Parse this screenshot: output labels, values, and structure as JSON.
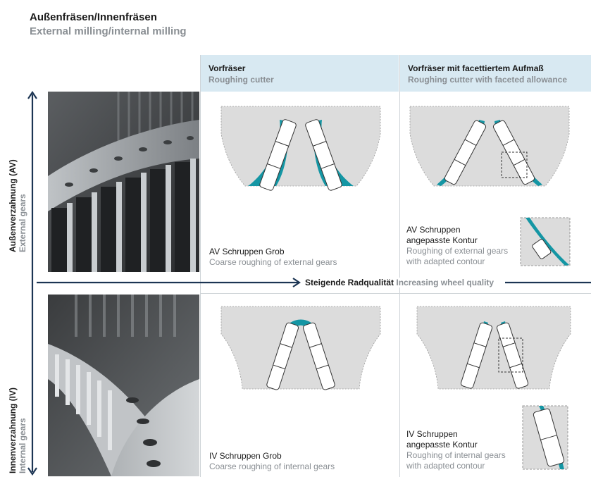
{
  "title": {
    "de": "Außenfräsen/Innenfräsen",
    "en": "External milling/internal milling"
  },
  "columns": [
    {
      "de": "Vorfräser",
      "en": "Roughing cutter"
    },
    {
      "de": "Vorfräser mit facettiertem Aufmaß",
      "en": "Roughing cutter with faceted allowance"
    }
  ],
  "rows": [
    {
      "de": "Außenverzahnung (AV)",
      "en": "External gears"
    },
    {
      "de": "Innenverzahnung (IV)",
      "en": "Internal gears"
    }
  ],
  "cells": {
    "av_grob": {
      "de": "AV Schruppen Grob",
      "en": "Coarse roughing of external gears"
    },
    "av_kontur": {
      "de1": "AV Schruppen",
      "de2": "angepasste Kontur",
      "en1": "Roughing of external gears",
      "en2": "with adapted contour"
    },
    "iv_grob": {
      "de": "IV Schruppen Grob",
      "en": "Coarse roughing of internal gears"
    },
    "iv_kontur": {
      "de1": "IV Schruppen",
      "de2": "angepasste Kontur",
      "en1": "Roughing of internal gears",
      "en2": "with adapted contour"
    }
  },
  "axis": {
    "de": "Steigende Radqualität",
    "en": "Increasing wheel quality"
  },
  "colors": {
    "accent": "#1496a4",
    "navy": "#1c3553",
    "header_bg": "#d8e9f2",
    "gray_fill": "#dcdcdc"
  },
  "icons": {
    "arrow_vertical": "double-arrow-icon",
    "arrow_horizontal": "arrow-right-icon"
  }
}
